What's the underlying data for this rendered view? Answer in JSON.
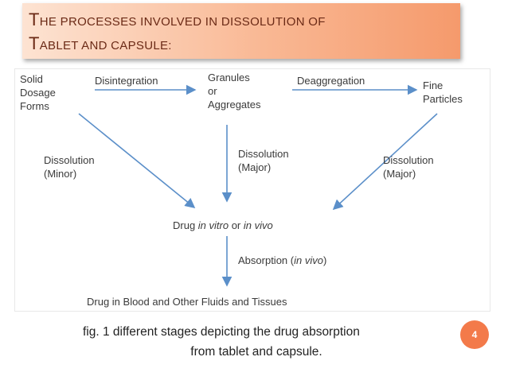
{
  "title": {
    "line1": "The processes involved in dissolution of",
    "line2": "Tablet and capsule:"
  },
  "diagram": {
    "nodes": {
      "solid_dosage": [
        "Solid",
        "Dosage",
        "Forms"
      ],
      "granules": [
        "Granules",
        "or",
        "Aggregates"
      ],
      "fine_particles": [
        "Fine",
        "Particles"
      ],
      "drug_vitro": {
        "prefix": "Drug ",
        "vitro": "in vitro",
        "or": " or ",
        "vivo": "in vivo"
      },
      "drug_blood": "Drug in Blood and Other Fluids and Tissues"
    },
    "edge_labels": {
      "disintegration": "Disintegration",
      "deaggregation": "Deaggregation",
      "dissolution_minor": [
        "Dissolution",
        "(Minor)"
      ],
      "dissolution_major_center": [
        "Dissolution",
        "(Major)"
      ],
      "dissolution_major_right": [
        "Dissolution",
        "(Major)"
      ],
      "absorption": {
        "text": "Absorption (",
        "italic": "in vivo",
        "close": ")"
      }
    },
    "arrow_color": "#5b8fc9"
  },
  "caption": {
    "line1": "fig. 1 different stages depicting the drug absorption",
    "line2": "from tablet and capsule."
  },
  "slide_number": "4"
}
